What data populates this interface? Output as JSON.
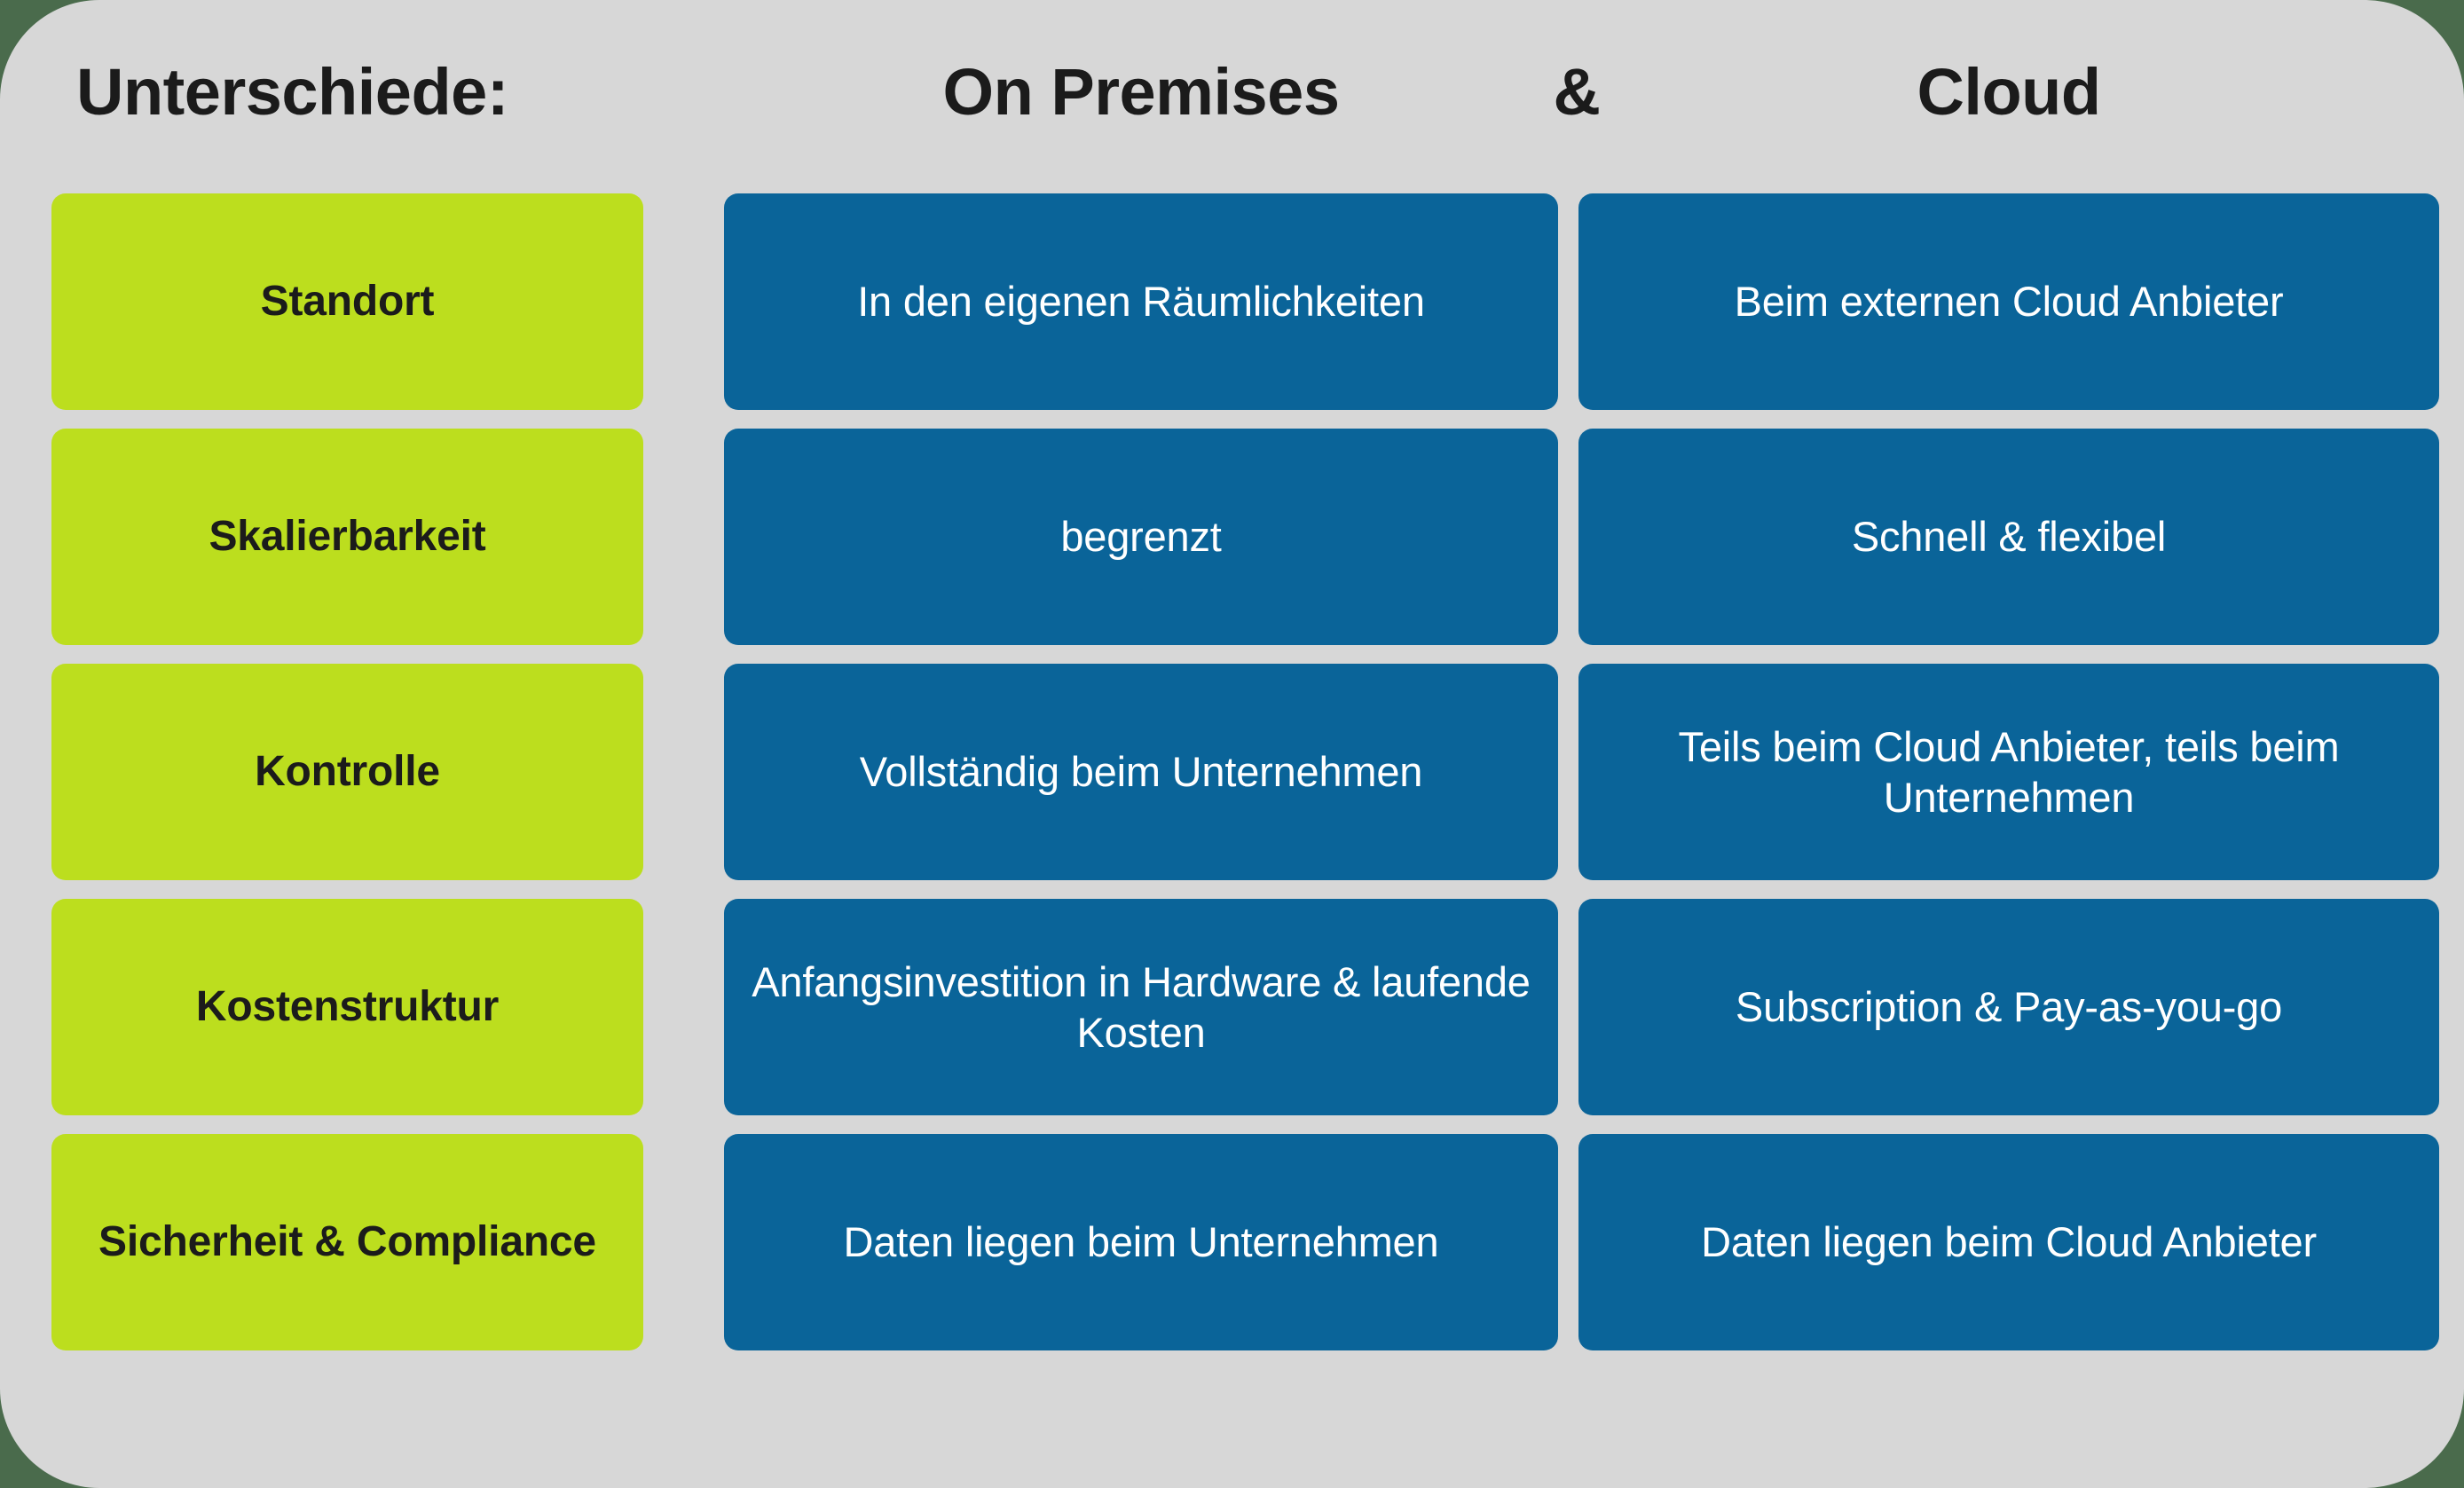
{
  "theme": {
    "page_background": "#4a6b4c",
    "card_background": "#d7d7d7",
    "label_green": "#bcde1e",
    "cell_blue": "#0a6499",
    "label_text": "#1b1b1b",
    "cell_text": "#ffffff"
  },
  "header": {
    "title": "Unterschiede:",
    "column_onpremises": "On Premises",
    "separator": "&",
    "column_cloud": "Cloud"
  },
  "rows": [
    {
      "label": "Standort",
      "onpremises": "In den eigenen Räumlichkeiten",
      "cloud": "Beim externen Cloud Anbieter"
    },
    {
      "label": "Skalierbarkeit",
      "onpremises": "begrenzt",
      "cloud": "Schnell & flexibel"
    },
    {
      "label": "Kontrolle",
      "onpremises": "Vollständig beim Unternehmen",
      "cloud": "Teils beim Cloud Anbieter, teils beim Unternehmen"
    },
    {
      "label": "Kostenstruktur",
      "onpremises": "Anfangsinvestition in Hardware & laufende Kosten",
      "cloud": "Subscription & Pay-as-you-go"
    },
    {
      "label": "Sicherheit & Compliance",
      "onpremises": "Daten liegen beim Unternehmen",
      "cloud": "Daten liegen beim Cloud Anbieter"
    }
  ]
}
